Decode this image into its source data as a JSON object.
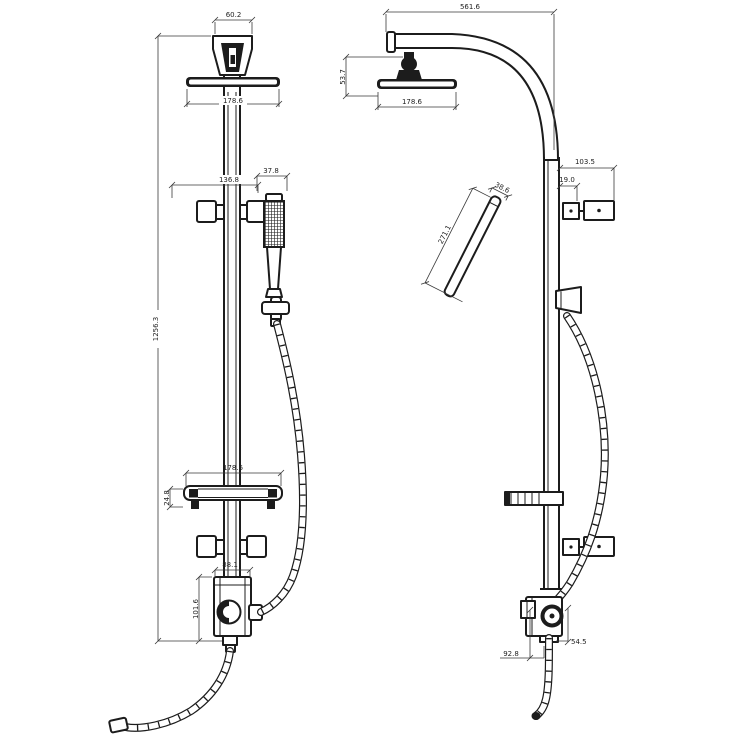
{
  "drawing": {
    "front_view": {
      "top_mount_width": "60.2",
      "shower_head_width": "178.6",
      "bracket_span": "136.8",
      "handset_width": "37.8",
      "overall_height": "1256.3",
      "shelf_width": "178.6",
      "shelf_thickness": "24.8",
      "mixer_width": "88.1",
      "mixer_height": "101.6"
    },
    "side_view": {
      "overall_depth": "561.6",
      "head_drop": "53.7",
      "shower_head_depth": "178.6",
      "handset_head_width": "38.6",
      "handset_length": "271.1",
      "wall_bracket_depth": "103.5",
      "wall_bracket_gap": "19.0",
      "outlet_offset": "54.5",
      "hose_drop": "92.8"
    },
    "colors": {
      "line": "#1c1c1c",
      "dimension_line": "#3a3a3a",
      "background": "#ffffff"
    }
  }
}
